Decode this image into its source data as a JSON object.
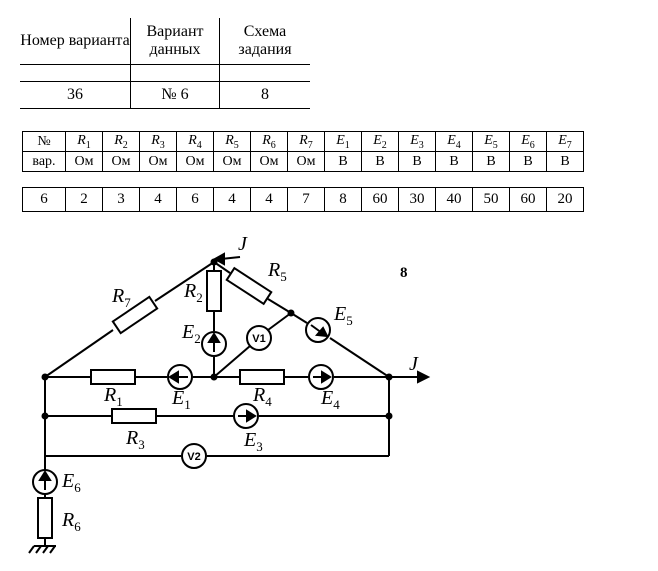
{
  "header_table": {
    "headers": [
      "Номер варианта",
      "Вариант данных",
      "Схема задания"
    ],
    "values": [
      "36",
      "№ 6",
      "8"
    ]
  },
  "params_table": {
    "col0_head": [
      "№",
      "вар."
    ],
    "columns": [
      {
        "symbol": "R",
        "index": "1",
        "unit": "Ом"
      },
      {
        "symbol": "R",
        "index": "2",
        "unit": "Ом"
      },
      {
        "symbol": "R",
        "index": "3",
        "unit": "Ом"
      },
      {
        "symbol": "R",
        "index": "4",
        "unit": "Ом"
      },
      {
        "symbol": "R",
        "index": "5",
        "unit": "Ом"
      },
      {
        "symbol": "R",
        "index": "6",
        "unit": "Ом"
      },
      {
        "symbol": "R",
        "index": "7",
        "unit": "Ом"
      },
      {
        "symbol": "E",
        "index": "1",
        "unit": "В"
      },
      {
        "symbol": "E",
        "index": "2",
        "unit": "В"
      },
      {
        "symbol": "E",
        "index": "3",
        "unit": "В"
      },
      {
        "symbol": "E",
        "index": "4",
        "unit": "В"
      },
      {
        "symbol": "E",
        "index": "5",
        "unit": "В"
      },
      {
        "symbol": "E",
        "index": "6",
        "unit": "В"
      },
      {
        "symbol": "E",
        "index": "7",
        "unit": "В"
      }
    ],
    "values": [
      "6",
      "2",
      "3",
      "4",
      "6",
      "4",
      "4",
      "7",
      "8",
      "60",
      "30",
      "40",
      "50",
      "60",
      "20"
    ]
  },
  "schematic": {
    "number": "8",
    "current_source": "J",
    "voltmeters": [
      "V1",
      "V2"
    ],
    "labels": {
      "R1": {
        "sym": "R",
        "idx": "1"
      },
      "R2": {
        "sym": "R",
        "idx": "2"
      },
      "R3": {
        "sym": "R",
        "idx": "3"
      },
      "R4": {
        "sym": "R",
        "idx": "4"
      },
      "R5": {
        "sym": "R",
        "idx": "5"
      },
      "R6": {
        "sym": "R",
        "idx": "6"
      },
      "R7": {
        "sym": "R",
        "idx": "7"
      },
      "E1": {
        "sym": "E",
        "idx": "1"
      },
      "E2": {
        "sym": "E",
        "idx": "2"
      },
      "E3": {
        "sym": "E",
        "idx": "3"
      },
      "E4": {
        "sym": "E",
        "idx": "4"
      },
      "E5": {
        "sym": "E",
        "idx": "5"
      },
      "E6": {
        "sym": "E",
        "idx": "6"
      }
    }
  }
}
